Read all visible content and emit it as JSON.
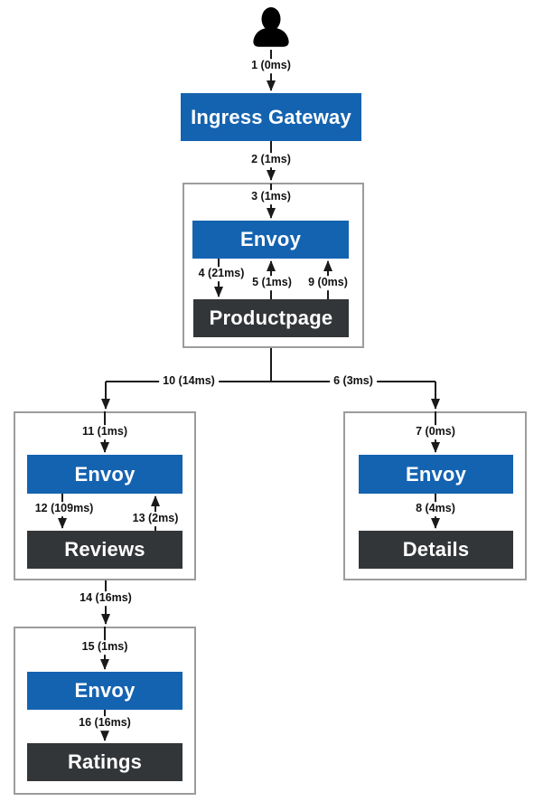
{
  "colors": {
    "envoy_blue": "#1463B0",
    "service_dark": "#333638",
    "group_border": "#9C9C9C",
    "line_black": "#1A1A1A",
    "label_text": "#111111",
    "node_text": "#FFFFFF",
    "background": "#FFFFFF"
  },
  "icons": {
    "user": "person-icon"
  },
  "nodes": {
    "ingress": {
      "label": "Ingress Gateway"
    },
    "productpage_envoy": {
      "label": "Envoy"
    },
    "productpage": {
      "label": "Productpage"
    },
    "reviews_envoy": {
      "label": "Envoy"
    },
    "reviews": {
      "label": "Reviews"
    },
    "details_envoy": {
      "label": "Envoy"
    },
    "details": {
      "label": "Details"
    },
    "ratings_envoy": {
      "label": "Envoy"
    },
    "ratings": {
      "label": "Ratings"
    }
  },
  "edges": {
    "e1": {
      "label": "1 (0ms)"
    },
    "e2": {
      "label": "2 (1ms)"
    },
    "e3": {
      "label": "3 (1ms)"
    },
    "e4": {
      "label": "4 (21ms)"
    },
    "e5": {
      "label": "5 (1ms)"
    },
    "e6": {
      "label": "6 (3ms)"
    },
    "e7": {
      "label": "7 (0ms)"
    },
    "e8": {
      "label": "8 (4ms)"
    },
    "e9": {
      "label": "9 (0ms)"
    },
    "e10": {
      "label": "10 (14ms)"
    },
    "e11": {
      "label": "11 (1ms)"
    },
    "e12": {
      "label": "12 (109ms)"
    },
    "e13": {
      "label": "13 (2ms)"
    },
    "e14": {
      "label": "14 (16ms)"
    },
    "e15": {
      "label": "15 (1ms)"
    },
    "e16": {
      "label": "16 (16ms)"
    }
  }
}
